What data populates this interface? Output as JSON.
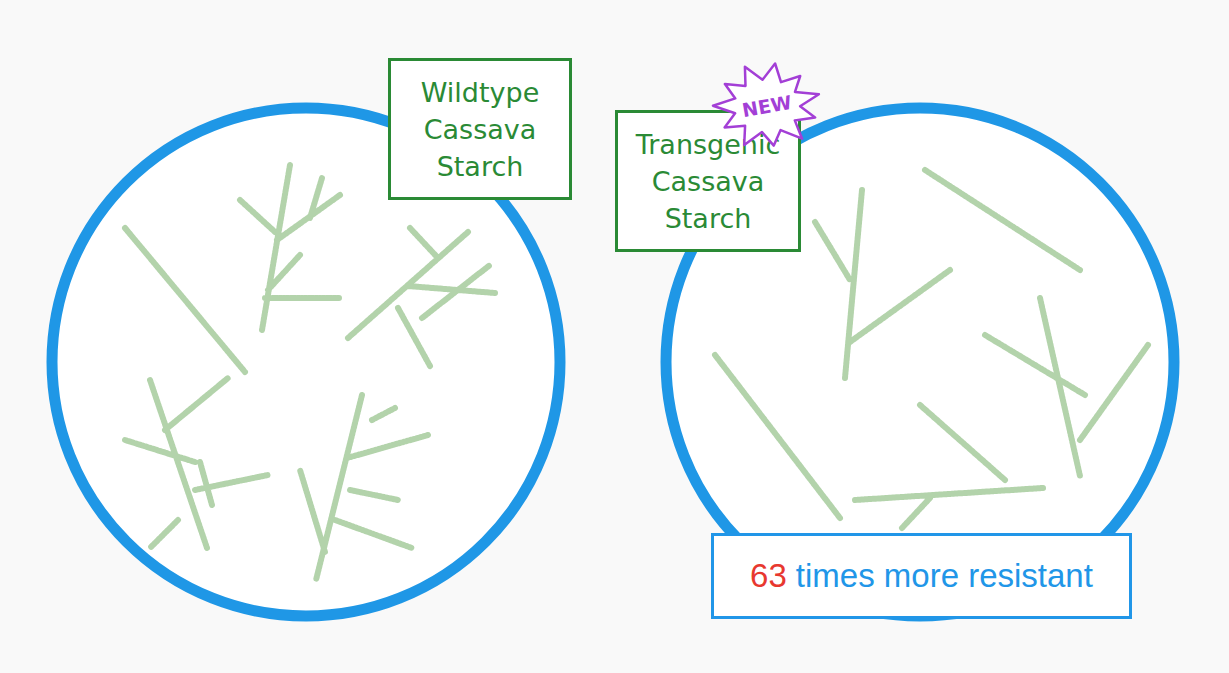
{
  "diagram": {
    "nodes": [
      {
        "text": [
          "Wildtype Cassava Starch"
        ]
      },
      {
        "text": [
          "NEW"
        ]
      },
      {
        "text": [
          "Transgenic Cassava Starch"
        ]
      },
      {
        "text": [
          "63",
          "times more resistant"
        ]
      }
    ]
  }
}
